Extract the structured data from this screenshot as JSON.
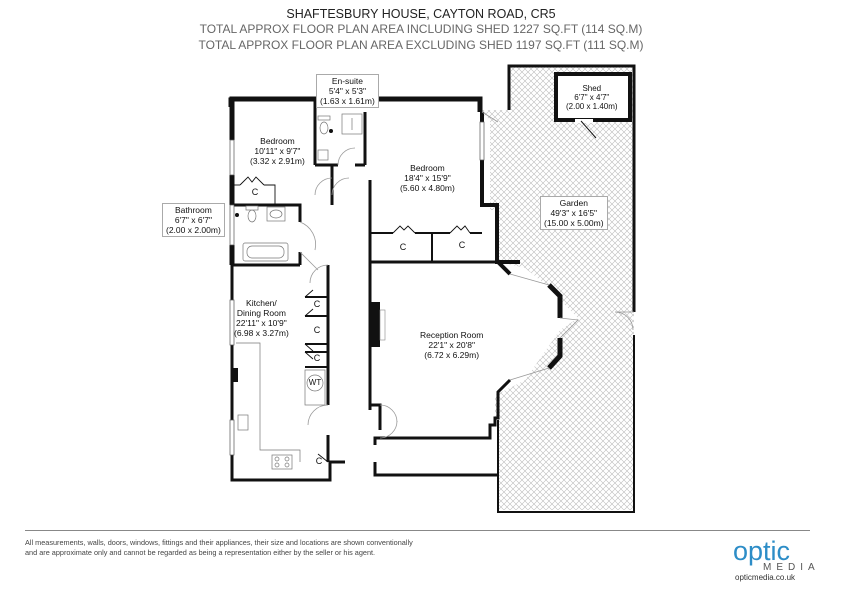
{
  "header": {
    "title": "SHAFTESBURY HOUSE, CAYTON ROAD, CR5",
    "area_including_shed": "TOTAL APPROX FLOOR PLAN AREA INCLUDING SHED 1227 SQ.FT (114 SQ.M)",
    "area_excluding_shed": "TOTAL APPROX FLOOR PLAN AREA EXCLUDING SHED 1197 SQ.FT (111 SQ.M)"
  },
  "rooms": [
    {
      "id": "ensuite",
      "name": "En-suite",
      "imperial": "5'4\" x 5'3\"",
      "metric": "(1.63 x 1.61m)"
    },
    {
      "id": "bedroom1",
      "name": "Bedroom",
      "imperial": "10'11\" x 9'7\"",
      "metric": "(3.32 x 2.91m)"
    },
    {
      "id": "bedroom2",
      "name": "Bedroom",
      "imperial": "18'4\" x 15'9\"",
      "metric": "(5.60 x 4.80m)"
    },
    {
      "id": "bathroom",
      "name": "Bathroom",
      "imperial": "6'7\" x 6'7\"",
      "metric": "(2.00 x 2.00m)"
    },
    {
      "id": "kitchen",
      "name": "Kitchen/\nDining Room",
      "name_line1": "Kitchen/",
      "name_line2": "Dining Room",
      "imperial": "22'11\" x 10'9\"",
      "metric": "(6.98 x 3.27m)"
    },
    {
      "id": "reception",
      "name": "Reception Room",
      "imperial": "22'1\" x 20'8\"",
      "metric": "(6.72 x 6.29m)"
    },
    {
      "id": "garden",
      "name": "Garden",
      "imperial": "49'3\" x 16'5\"",
      "metric": "(15.00 x 5.00m)"
    },
    {
      "id": "shed",
      "name": "Shed",
      "imperial": "6'7\" x 4'7\"",
      "metric": "(2.00 x 1.40m)"
    }
  ],
  "cupboard_label": "C",
  "water_tank_label": "WT",
  "footer": {
    "disclaimer": "All measurements, walls, doors, windows, fittings and their appliances, their size and locations are shown conventionally and are approximate only and cannot be regarded as being a representation either by the seller or his agent.",
    "logo_word": "optic",
    "logo_sub": "MEDIA",
    "logo_url": "opticmedia.co.uk"
  },
  "colors": {
    "wall": "#111111",
    "logo_blue": "#2d8dc7",
    "hatch": "#bbbbbb"
  }
}
